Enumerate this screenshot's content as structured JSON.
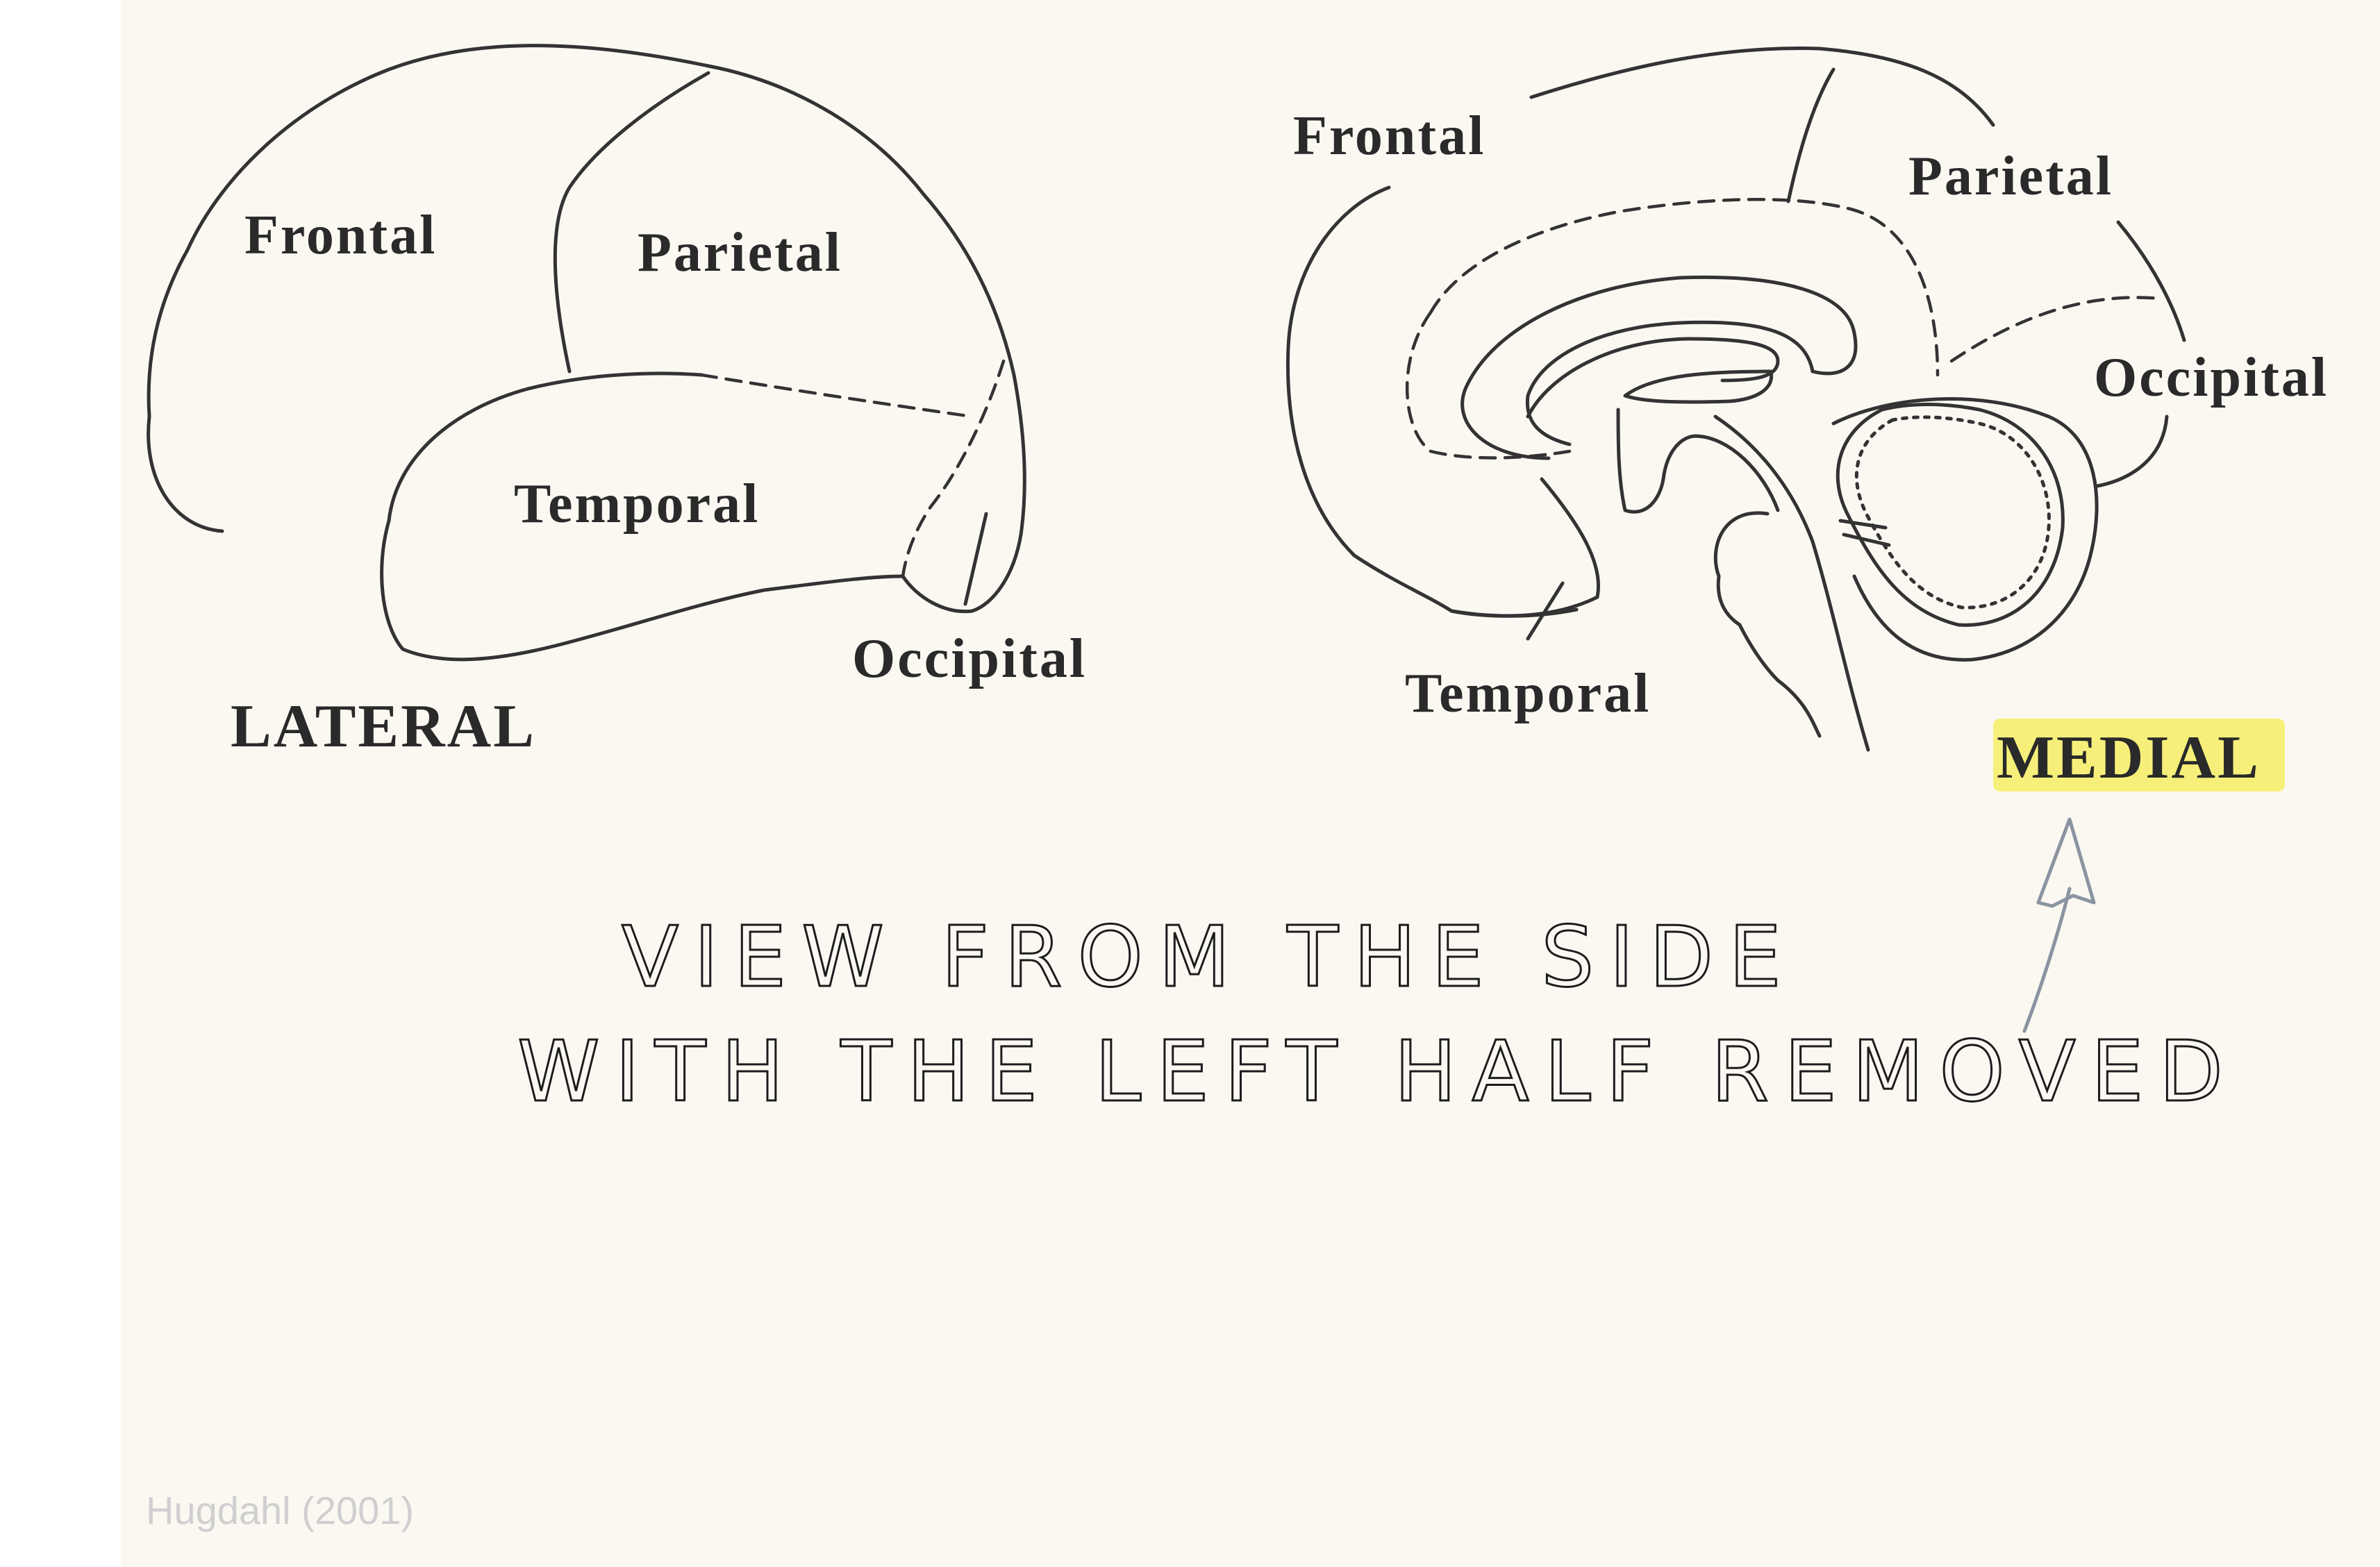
{
  "lateral": {
    "frontal": "Frontal",
    "parietal": "Parietal",
    "temporal": "Temporal",
    "occipital": "Occipital",
    "view": "LATERAL"
  },
  "medial": {
    "frontal": "Frontal",
    "parietal": "Parietal",
    "occipital": "Occipital",
    "temporal": "Temporal",
    "view": "MEDIAL"
  },
  "annotation": {
    "line1": "VIEW FROM THE SIDE",
    "line2": "WITH THE LEFT HALF REMOVED"
  },
  "credit": "Hugdahl (2001)",
  "colors": {
    "highlight": "#f6f07a",
    "ink": "#333333",
    "arrow": "#8a94a0",
    "paper": "#fbf8f2"
  }
}
